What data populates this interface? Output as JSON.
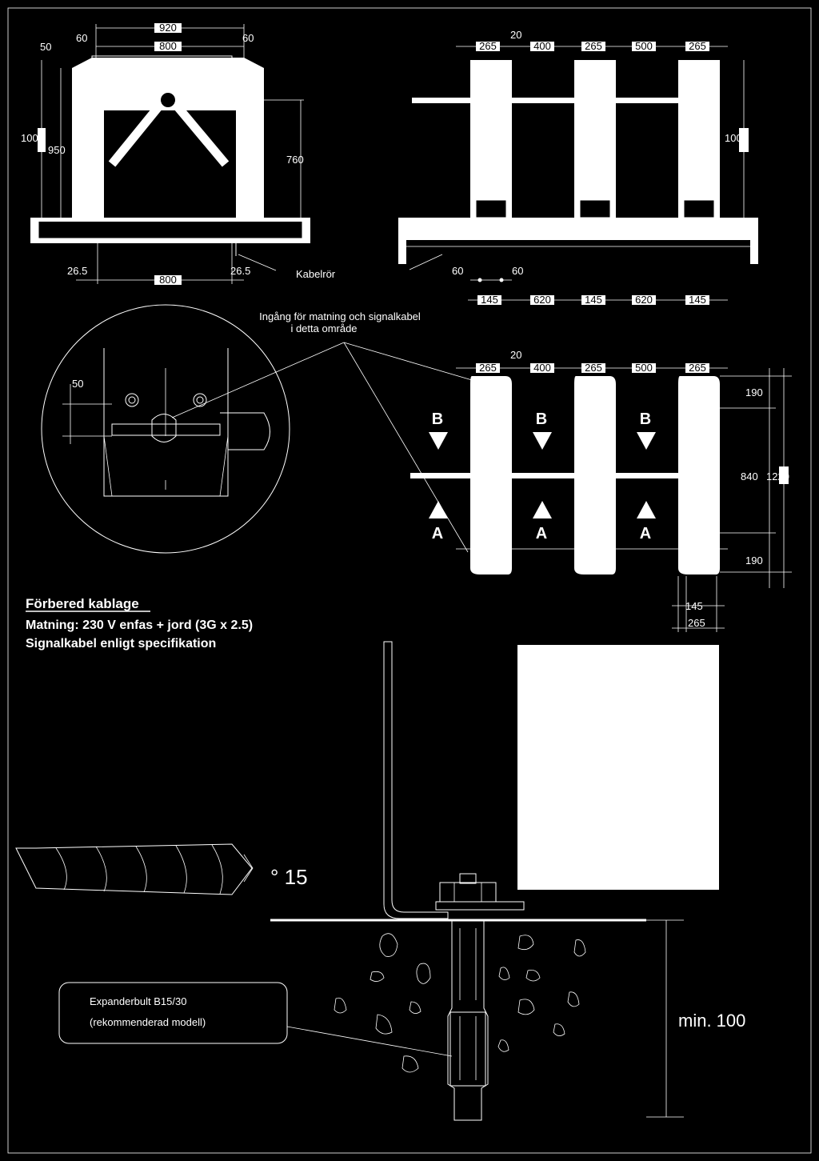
{
  "front_view": {
    "dim_top_outer": "920",
    "dim_top_inner": "800",
    "dim_left_side": "60",
    "dim_right_side": "60",
    "dim_top_corner": "50",
    "dim_height_outer": "1000",
    "dim_height_inner": "950",
    "dim_opening": "760",
    "dim_bottom_left": "26.5",
    "dim_bottom_right": "26.5",
    "dim_bottom_width": "800",
    "cable_label": "Kabelrör"
  },
  "side_view": {
    "dim_gap": "20",
    "top_dims": [
      "265",
      "400",
      "265",
      "500",
      "265"
    ],
    "dim_height": "1000",
    "dim_60_left": "60",
    "dim_60_right": "60",
    "bottom_dims": [
      "145",
      "620",
      "145",
      "620",
      "145"
    ]
  },
  "detail": {
    "entry_note_line1": "Ingång för matning och signalkabel",
    "entry_note_line2": "i detta område",
    "dim_50": "50"
  },
  "plan_view": {
    "dim_gap": "20",
    "top_dims": [
      "265",
      "400",
      "265",
      "500",
      "265"
    ],
    "dim_190_top": "190",
    "dim_840": "840",
    "dim_1220": "1220",
    "dim_190_bottom": "190",
    "dim_145": "145",
    "dim_265": "265",
    "dir_b": "B",
    "dir_a": "A"
  },
  "wiring": {
    "heading": "Förbered kablage",
    "power": "Matning: 230 V enfas + jord (3G x 2.5)",
    "signal": "Signalkabel enligt specifikation"
  },
  "anchor": {
    "drill_angle": "° 15",
    "bolt_label_line1": "Expanderbult B15/30",
    "bolt_label_line2": "(rekommenderad modell)",
    "min_depth": "min. 100"
  }
}
